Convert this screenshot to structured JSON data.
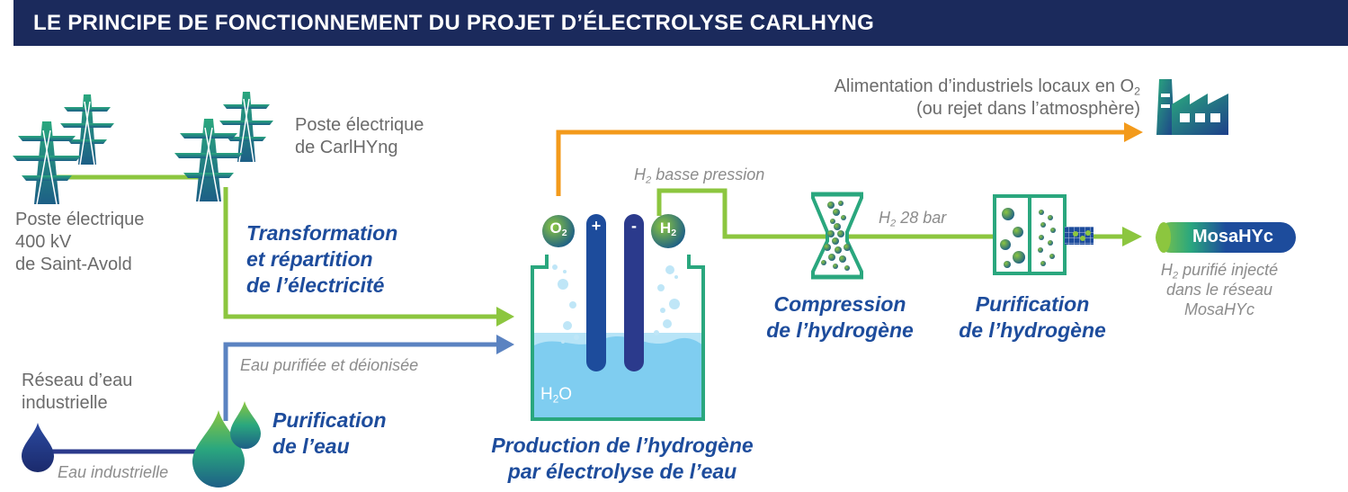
{
  "header": {
    "title": "LE PRINCIPE DE FONCTIONNEMENT DU PROJET D’ÉLECTROLYSE CARLHYNG"
  },
  "labels": {
    "poste_carlhyng": [
      "Poste électrique",
      "de CarlHYng"
    ],
    "poste_saint_avold": [
      "Poste électrique",
      "400 kV",
      "de Saint-Avold"
    ],
    "transformation": [
      "Transformation",
      "et répartition",
      "de l’électricité"
    ],
    "reseau_eau": [
      "Réseau d’eau",
      "industrielle"
    ],
    "eau_industrielle": "Eau industrielle",
    "eau_purifiee": "Eau purifiée et déionisée",
    "purification_eau": [
      "Purification",
      "de l’eau"
    ],
    "production_h2": [
      "Production de l’hydrogène",
      "par électrolyse de l’eau"
    ],
    "compression": [
      "Compression",
      "de l’hydrogène"
    ],
    "purification_h2": [
      "Purification",
      "de l’hydrogène"
    ],
    "h2_basse_pression": {
      "prefix": "H",
      "sub": "2",
      "suffix": " basse pression"
    },
    "h2_28_bar": {
      "prefix": "H",
      "sub": "2",
      "suffix": " 28 bar"
    },
    "alimentation": {
      "line1_prefix": "Alimentation d’industriels locaux en O",
      "line1_sub": "2",
      "line2": "(ou rejet dans l’atmosphère)"
    },
    "injection": {
      "line1_prefix": "H",
      "line1_sub": "2",
      "line1_suffix": " purifié injecté",
      "line2": "dans le réseau",
      "line3": "MosaHYc"
    }
  },
  "electrolyzer": {
    "o2": {
      "prefix": "O",
      "sub": "2"
    },
    "h2": {
      "prefix": "H",
      "sub": "2"
    },
    "water": {
      "prefix": "H",
      "sub": "2",
      "suffix": "O"
    },
    "plus": "+",
    "minus": "-"
  },
  "mosahyc": {
    "label": "MosaHYc"
  },
  "colors": {
    "header_bg": "#1b2a5c",
    "orange": "#f39a1b",
    "green": "#8cc63f",
    "teal": "#2aa77e",
    "steel_blue": "#5b83c1",
    "dark_blue": "#1d3f8a",
    "navy": "#2b3a8c",
    "water": "#7fcdf0",
    "text_gray": "#6b6b6b",
    "label_blue": "#1d4c9c"
  }
}
